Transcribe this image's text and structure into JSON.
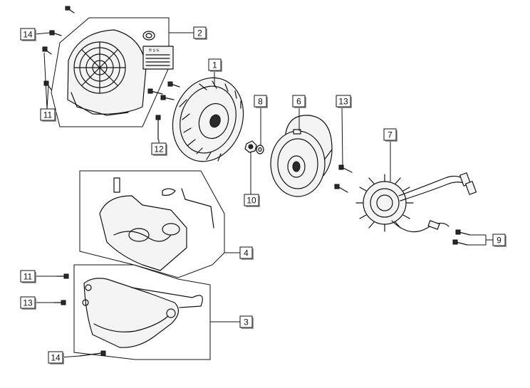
{
  "diagram": {
    "callouts": [
      {
        "id": "c1",
        "label": "1"
      },
      {
        "id": "c2",
        "label": "2"
      },
      {
        "id": "c3",
        "label": "3"
      },
      {
        "id": "c4",
        "label": "4"
      },
      {
        "id": "c6",
        "label": "6"
      },
      {
        "id": "c7",
        "label": "7"
      },
      {
        "id": "c8",
        "label": "8"
      },
      {
        "id": "c9",
        "label": "9"
      },
      {
        "id": "c10",
        "label": "10"
      },
      {
        "id": "c11a",
        "label": "11"
      },
      {
        "id": "c11b",
        "label": "11"
      },
      {
        "id": "c12",
        "label": "12"
      },
      {
        "id": "c13a",
        "label": "13"
      },
      {
        "id": "c13b",
        "label": "13"
      },
      {
        "id": "c14a",
        "label": "14"
      },
      {
        "id": "c14b",
        "label": "14"
      }
    ]
  }
}
